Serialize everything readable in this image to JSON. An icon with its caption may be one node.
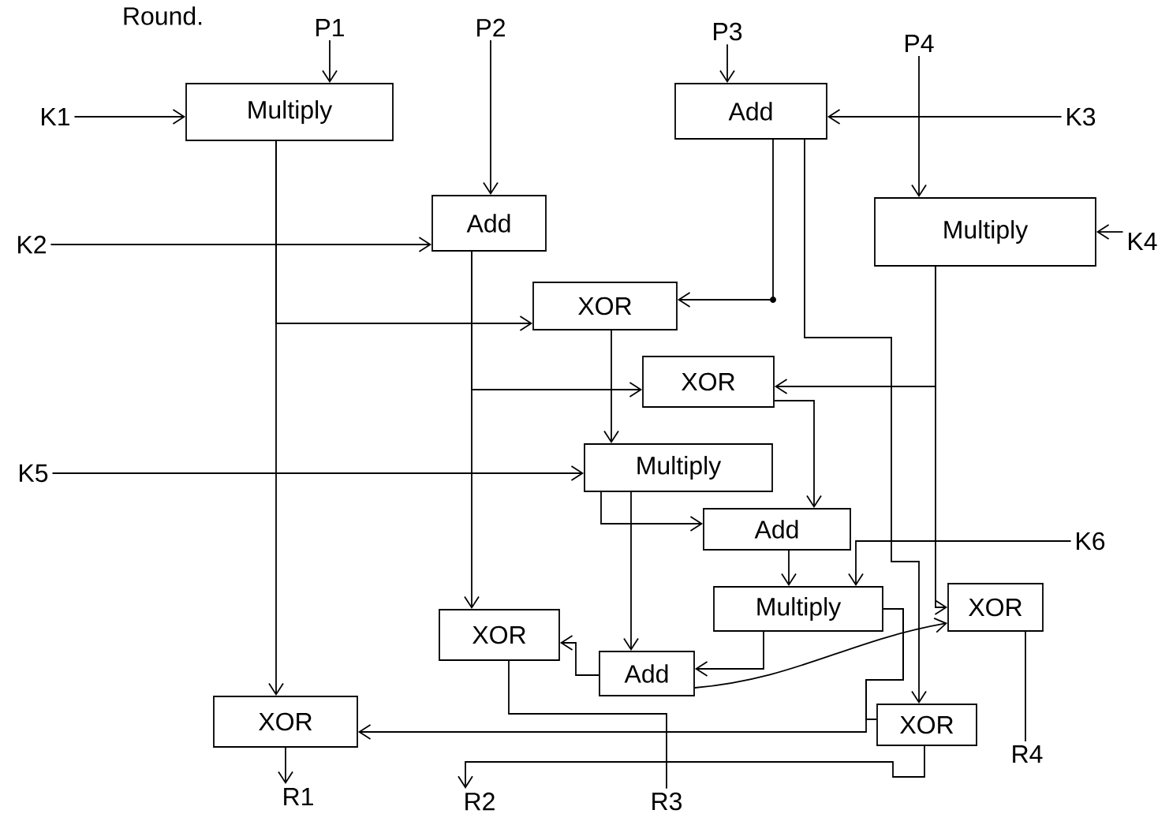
{
  "diagram": {
    "title": "Round.",
    "nodes": [
      {
        "text": [
          "P1"
        ]
      },
      {
        "text": [
          "P2"
        ]
      },
      {
        "text": [
          "P3"
        ]
      },
      {
        "text": [
          "P4"
        ]
      },
      {
        "text": [
          "K1"
        ]
      },
      {
        "text": [
          "K2"
        ]
      },
      {
        "text": [
          "K3"
        ]
      },
      {
        "text": [
          "K4"
        ]
      },
      {
        "text": [
          "K5"
        ]
      },
      {
        "text": [
          "K6"
        ]
      },
      {
        "text": [
          "Multiply"
        ]
      },
      {
        "text": [
          "Add"
        ]
      },
      {
        "text": [
          "Add"
        ]
      },
      {
        "text": [
          "Multiply"
        ]
      },
      {
        "text": [
          "XOR"
        ]
      },
      {
        "text": [
          "XOR"
        ]
      },
      {
        "text": [
          "Multiply"
        ]
      },
      {
        "text": [
          "Add"
        ]
      },
      {
        "text": [
          "Multiply"
        ]
      },
      {
        "text": [
          "XOR"
        ]
      },
      {
        "text": [
          "XOR"
        ]
      },
      {
        "text": [
          "Add"
        ]
      },
      {
        "text": [
          "XOR"
        ]
      },
      {
        "text": [
          "XOR"
        ]
      },
      {
        "text": [
          "R1"
        ]
      },
      {
        "text": [
          "R2"
        ]
      },
      {
        "text": [
          "R3"
        ]
      },
      {
        "text": [
          "R4"
        ]
      }
    ],
    "edges": [
      {
        "from": 0,
        "to": 10,
        "arrow": "to"
      },
      {
        "from": 4,
        "to": 10,
        "arrow": "to"
      },
      {
        "from": 1,
        "to": 11,
        "arrow": "to"
      },
      {
        "from": 5,
        "to": 11,
        "arrow": "to"
      },
      {
        "from": 2,
        "to": 12,
        "arrow": "to"
      },
      {
        "from": 6,
        "to": 12,
        "arrow": "to"
      },
      {
        "from": 3,
        "to": 13,
        "arrow": "to"
      },
      {
        "from": 7,
        "to": 13,
        "arrow": "to"
      },
      {
        "from": 10,
        "to": 22,
        "arrow": "to"
      },
      {
        "from": 10,
        "to": 14,
        "arrow": "to"
      },
      {
        "from": 11,
        "to": 20,
        "arrow": "to"
      },
      {
        "from": 11,
        "to": 15,
        "arrow": "to"
      },
      {
        "from": 12,
        "to": 14,
        "arrow": "to"
      },
      {
        "from": 12,
        "to": 23,
        "arrow": "to"
      },
      {
        "from": 13,
        "to": 15,
        "arrow": "to"
      },
      {
        "from": 13,
        "to": 19,
        "arrow": "to"
      },
      {
        "from": 14,
        "to": 16,
        "arrow": "to"
      },
      {
        "from": 15,
        "to": 17,
        "arrow": "to"
      },
      {
        "from": 8,
        "to": 16,
        "arrow": "to"
      },
      {
        "from": 16,
        "to": 17,
        "arrow": "to"
      },
      {
        "from": 16,
        "to": 21,
        "arrow": "to"
      },
      {
        "from": 17,
        "to": 18,
        "arrow": "to"
      },
      {
        "from": 9,
        "to": 18,
        "arrow": "to"
      },
      {
        "from": 18,
        "to": 21,
        "arrow": "to"
      },
      {
        "from": 18,
        "to": 22,
        "arrow": "to"
      },
      {
        "from": 18,
        "to": 23,
        "arrow": "none"
      },
      {
        "from": 21,
        "to": 20,
        "arrow": "to"
      },
      {
        "from": 21,
        "to": 19,
        "arrow": "to"
      },
      {
        "from": 22,
        "to": 24,
        "arrow": "to"
      },
      {
        "from": 23,
        "to": 25,
        "arrow": "to"
      },
      {
        "from": 20,
        "to": 26,
        "arrow": "none"
      },
      {
        "from": 19,
        "to": 27,
        "arrow": "none"
      }
    ]
  }
}
